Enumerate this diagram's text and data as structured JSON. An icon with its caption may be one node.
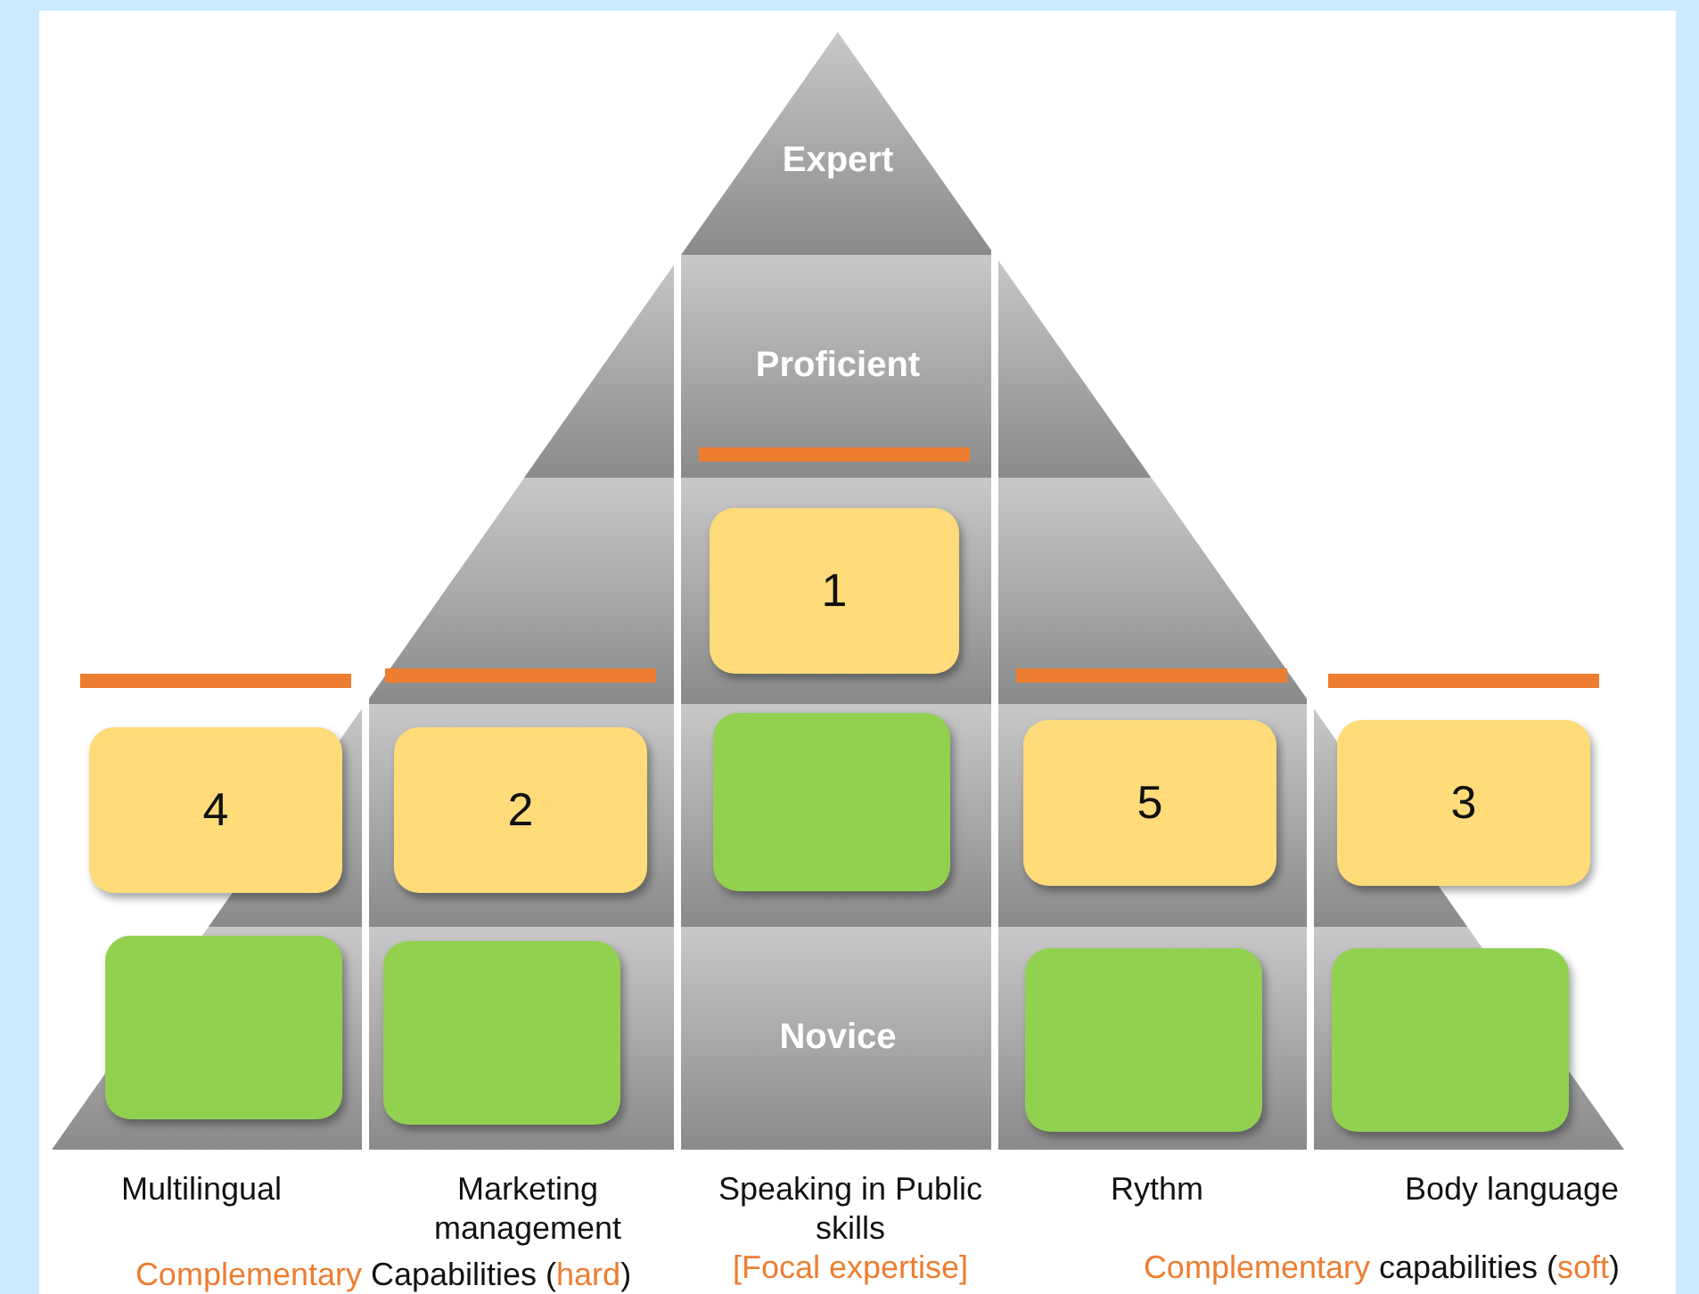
{
  "diagram": {
    "nodes": [
      {
        "text": [
          "Expert"
        ]
      },
      {
        "text": [
          "Proficient"
        ]
      },
      {
        "text": [
          "1"
        ]
      },
      {
        "text": [
          "4"
        ]
      },
      {
        "text": [
          "2"
        ]
      },
      {
        "text": [],
        "shape": "box"
      },
      {
        "text": [
          "5"
        ]
      },
      {
        "text": [
          "3"
        ]
      },
      {
        "text": [
          "Novice"
        ]
      },
      {
        "text": [],
        "shape": "box",
        "in": 8
      },
      {
        "text": [],
        "shape": "box",
        "in": 8
      },
      {
        "text": [],
        "shape": "box",
        "in": 8
      },
      {
        "text": [],
        "shape": "box",
        "in": 8
      }
    ],
    "edges": [],
    "labels": [
      "Multilingual",
      "Marketing management",
      "Speaking in Public skills",
      "Rythm",
      "Body language",
      "**Complementary** Capabilities (**hard**)",
      "[Focal expertise]",
      "**Complementary** capabilities (**soft**)"
    ]
  }
}
